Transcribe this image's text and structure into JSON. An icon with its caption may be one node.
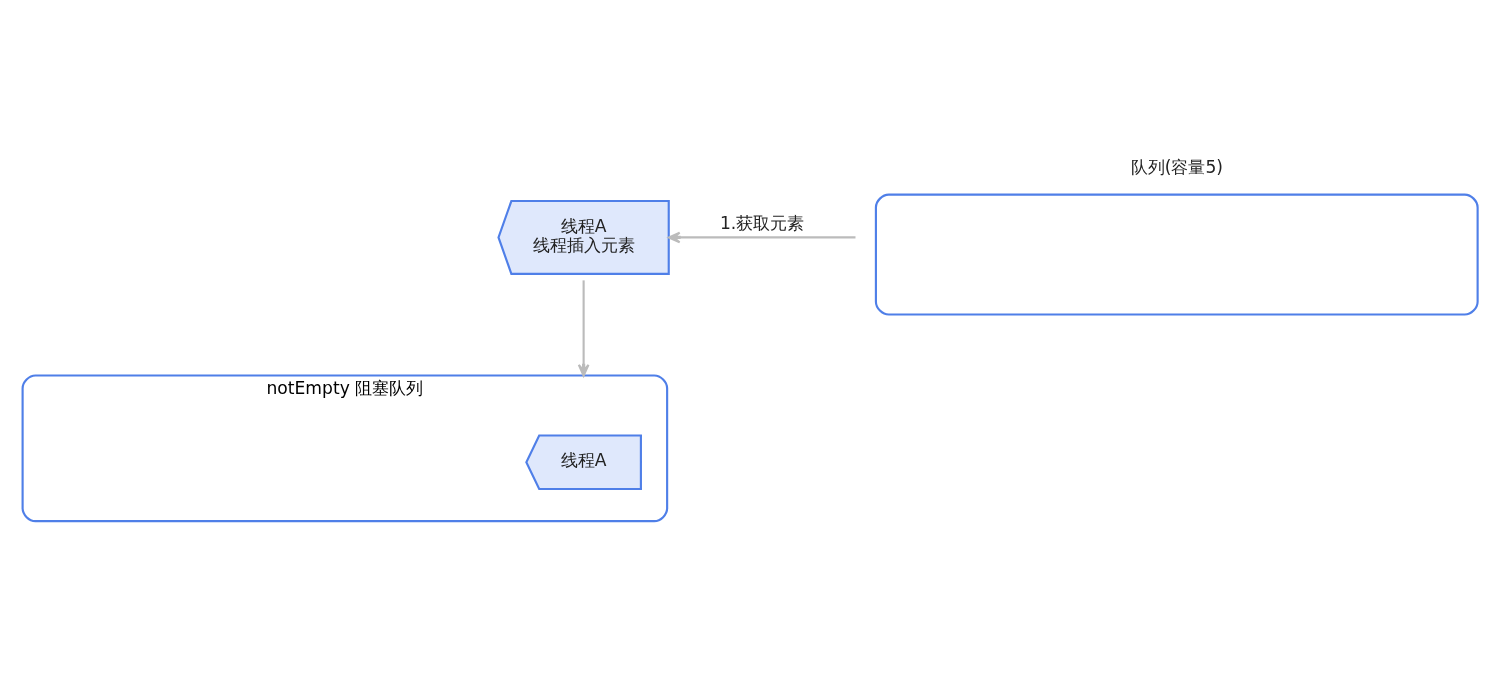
{
  "diagram": {
    "nodes": [
      {
        "text": [
          "线程A",
          "线程插入元素"
        ]
      },
      {
        "text": [
          "队列(容量5)"
        ]
      },
      {
        "text": [
          "notEmpty 阻塞队列"
        ]
      },
      {
        "text": [
          "线程A"
        ],
        "in": 2
      }
    ],
    "edges": [
      {
        "from": 1,
        "to": 0,
        "arrow": "to",
        "label": "1.获取元素"
      },
      {
        "from": 0,
        "to": 2,
        "arrow": "to"
      }
    ]
  }
}
